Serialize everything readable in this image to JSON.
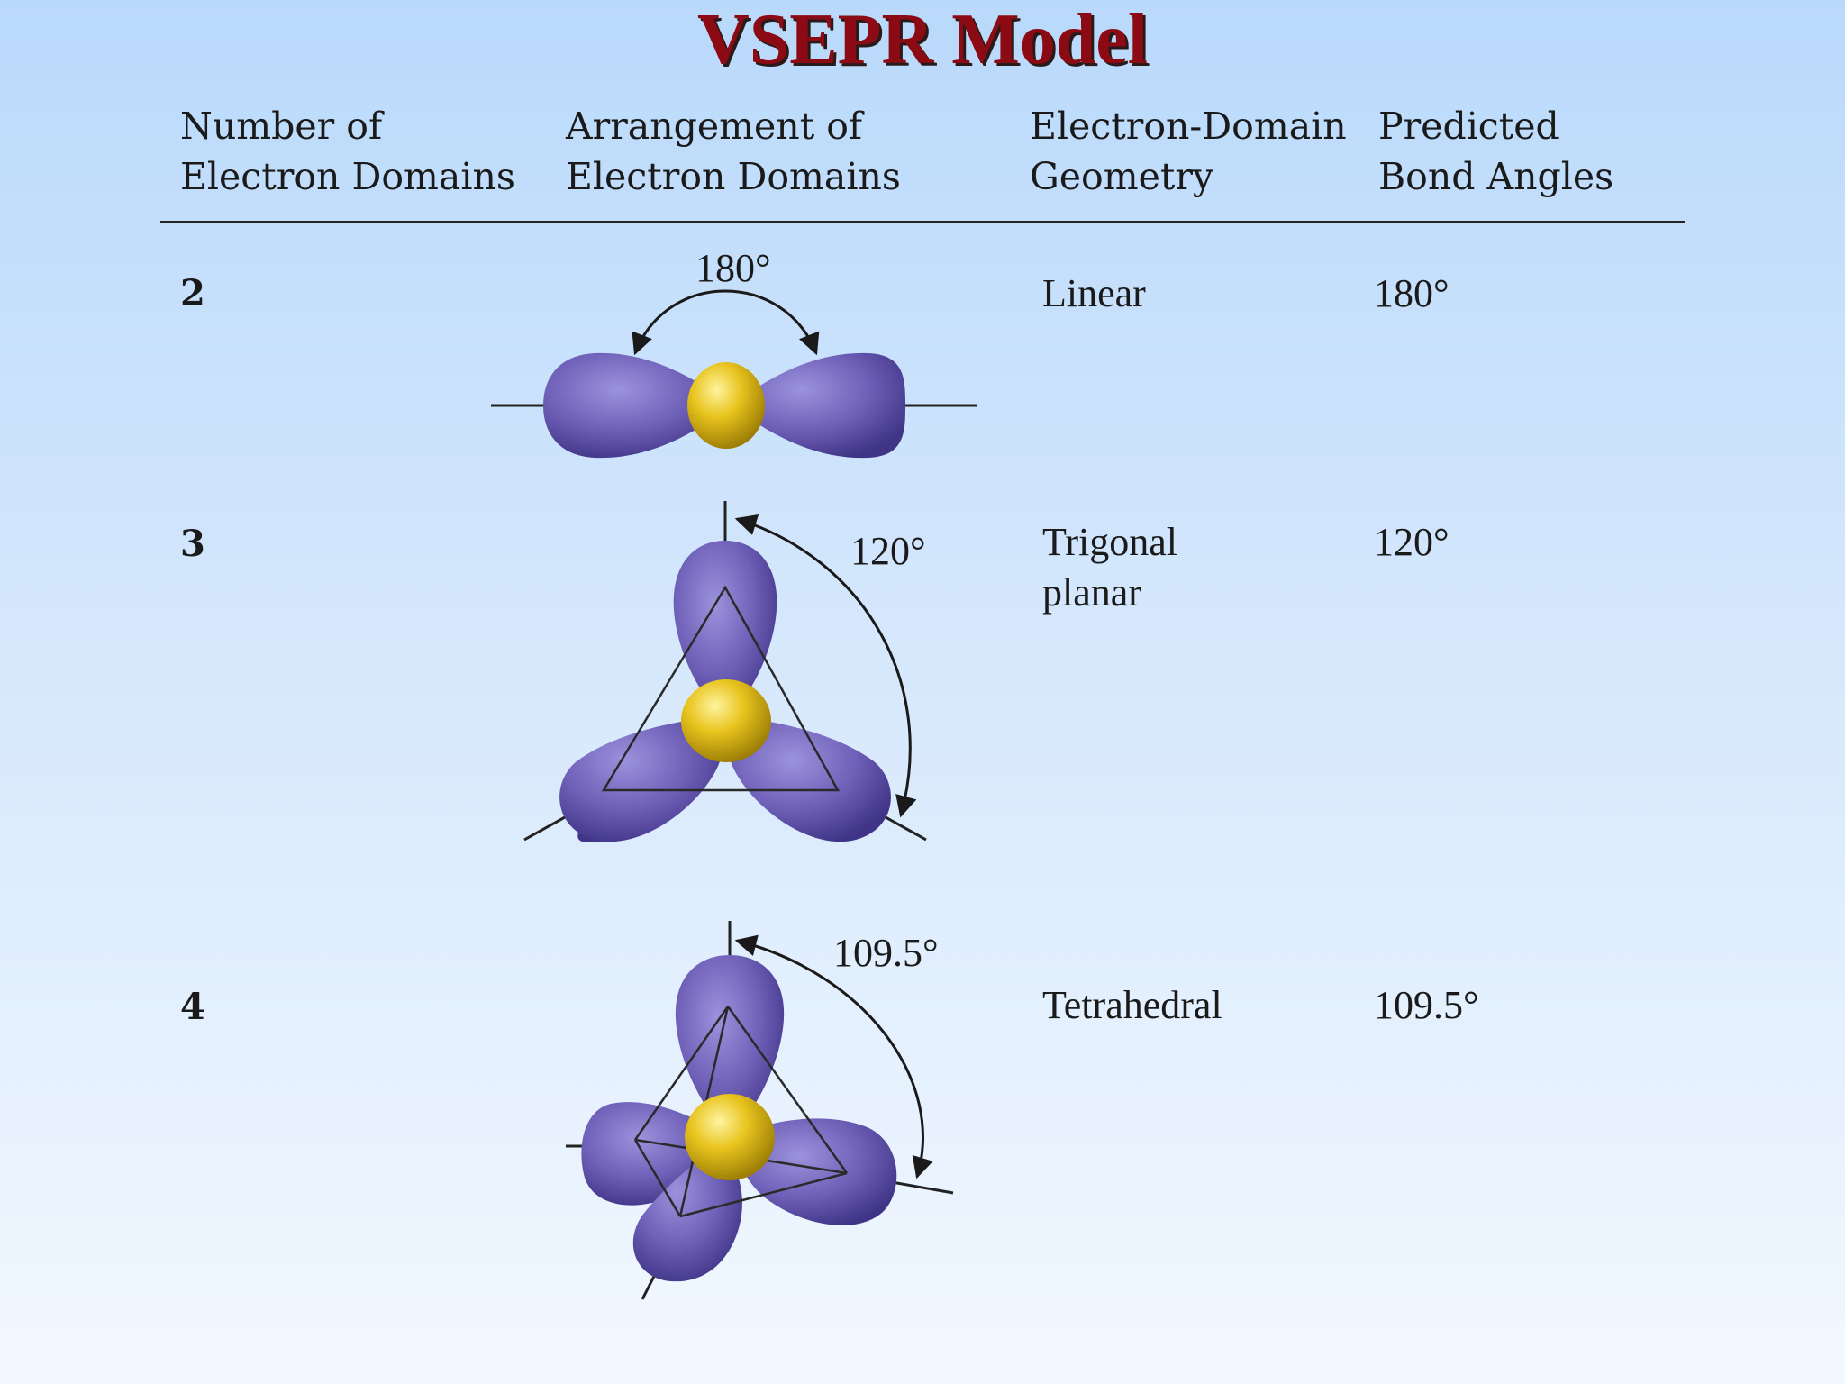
{
  "title": "VSEPR Model",
  "headers": [
    {
      "line1": "Number of",
      "line2": "Electron Domains"
    },
    {
      "line1": "Arrangement of",
      "line2": "Electron Domains"
    },
    {
      "line1": "Electron-Domain",
      "line2": "Geometry"
    },
    {
      "line1": "Predicted",
      "line2": "Bond Angles"
    }
  ],
  "rows": [
    {
      "number": "2",
      "diagram_angle": "180°",
      "geometry_line1": "Linear",
      "geometry_line2": "",
      "bond_angle": "180°"
    },
    {
      "number": "3",
      "diagram_angle": "120°",
      "geometry_line1": "Trigonal",
      "geometry_line2": "planar",
      "bond_angle": "120°"
    },
    {
      "number": "4",
      "diagram_angle": "109.5°",
      "geometry_line1": "Tetrahedral",
      "geometry_line2": "",
      "bond_angle": "109.5°"
    }
  ],
  "colors": {
    "title": "#8b0a14",
    "lobe": "#6f60b8",
    "nucleus": "#e5c21c",
    "background_top": "#b9d9fb",
    "background_bottom": "#f2f8ff"
  }
}
